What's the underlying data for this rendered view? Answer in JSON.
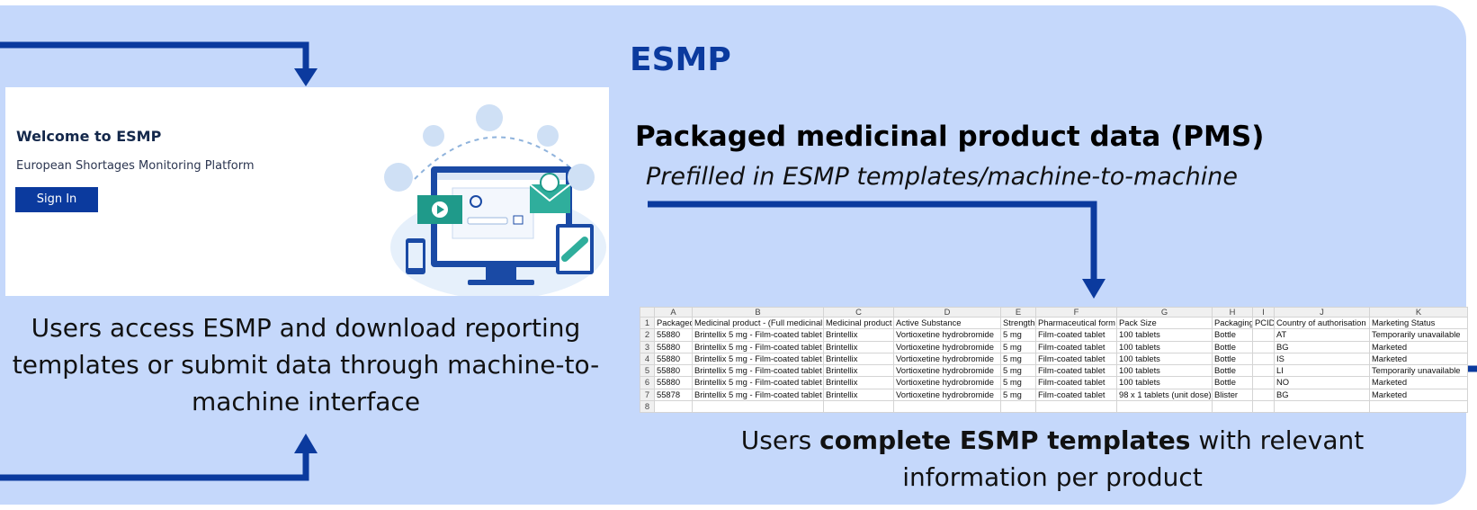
{
  "header": {
    "title": "ESMP"
  },
  "pms": {
    "title": "Packaged medicinal product data (PMS)",
    "subtitle": "Prefilled in ESMP templates/machine-to-machine"
  },
  "welcome_card": {
    "title": "Welcome to ESMP",
    "subtitle": "European Shortages Monitoring Platform",
    "sign_in_label": "Sign In"
  },
  "left_caption": "Users access ESMP and download reporting templates or submit data through machine-to-machine interface",
  "right_caption": {
    "before": "Users ",
    "bold": "complete ESMP templates",
    "after": " with relevant information per product"
  },
  "spreadsheet": {
    "column_letters": [
      "A",
      "B",
      "C",
      "D",
      "E",
      "F",
      "G",
      "H",
      "I",
      "J",
      "K"
    ],
    "row_numbers": [
      "1",
      "2",
      "3",
      "4",
      "5",
      "6",
      "7",
      "8"
    ],
    "headers": [
      "Packaged",
      "Medicinal product - (Full medicinal",
      "Medicinal product",
      "Active Substance",
      "Strength",
      "Pharmaceutical form",
      "Pack Size",
      "Packaging",
      "PCID",
      "Country of authorisation",
      "Marketing Status"
    ],
    "rows": [
      [
        "55880",
        "Brintellix 5 mg - Film-coated tablet",
        "Brintellix",
        "Vortioxetine hydrobromide",
        "5 mg",
        "Film-coated tablet",
        "100 tablets",
        "Bottle",
        "",
        "AT",
        "Temporarily unavailable"
      ],
      [
        "55880",
        "Brintellix 5 mg - Film-coated tablet",
        "Brintellix",
        "Vortioxetine hydrobromide",
        "5 mg",
        "Film-coated tablet",
        "100 tablets",
        "Bottle",
        "",
        "BG",
        "Marketed"
      ],
      [
        "55880",
        "Brintellix 5 mg - Film-coated tablet",
        "Brintellix",
        "Vortioxetine hydrobromide",
        "5 mg",
        "Film-coated tablet",
        "100 tablets",
        "Bottle",
        "",
        "IS",
        "Marketed"
      ],
      [
        "55880",
        "Brintellix 5 mg - Film-coated tablet",
        "Brintellix",
        "Vortioxetine hydrobromide",
        "5 mg",
        "Film-coated tablet",
        "100 tablets",
        "Bottle",
        "",
        "LI",
        "Temporarily unavailable"
      ],
      [
        "55880",
        "Brintellix 5 mg - Film-coated tablet",
        "Brintellix",
        "Vortioxetine hydrobromide",
        "5 mg",
        "Film-coated tablet",
        "100 tablets",
        "Bottle",
        "",
        "NO",
        "Marketed"
      ],
      [
        "55878",
        "Brintellix 5 mg - Film-coated tablet",
        "Brintellix",
        "Vortioxetine hydrobromide",
        "5 mg",
        "Film-coated tablet",
        "98 x 1 tablets (unit dose)",
        "Blister",
        "",
        "BG",
        "Marketed"
      ],
      [
        "",
        "",
        "",
        "",
        "",
        "",
        "",
        "",
        "",
        "",
        ""
      ]
    ]
  },
  "colors": {
    "background": "#c5d8fb",
    "arrow": "#0b3a9e",
    "title": "#0b3a9e"
  }
}
